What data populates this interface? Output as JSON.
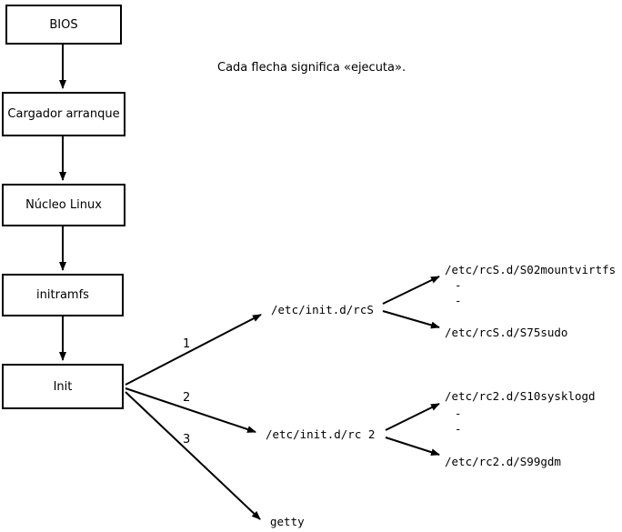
{
  "caption": "Cada flecha significa «ejecuta».",
  "boxes": [
    {
      "label": "BIOS"
    },
    {
      "label": "Cargador arranque"
    },
    {
      "label": "Núcleo Linux"
    },
    {
      "label": "initramfs"
    },
    {
      "label": "Init"
    }
  ],
  "init_targets": [
    {
      "num": "1",
      "label": "/etc/init.d/rcS"
    },
    {
      "num": "2",
      "label": "/etc/init.d/rc 2"
    },
    {
      "num": "3",
      "label": "getty"
    }
  ],
  "rcS_scripts": {
    "first": "/etc/rcS.d/S02mountvirtfs",
    "last": "/etc/rcS.d/S75sudo"
  },
  "rc2_scripts": {
    "first": "/etc/rc2.d/S10sysklogd",
    "last": "/etc/rc2.d/S99gdm"
  },
  "ellipsis": "-"
}
